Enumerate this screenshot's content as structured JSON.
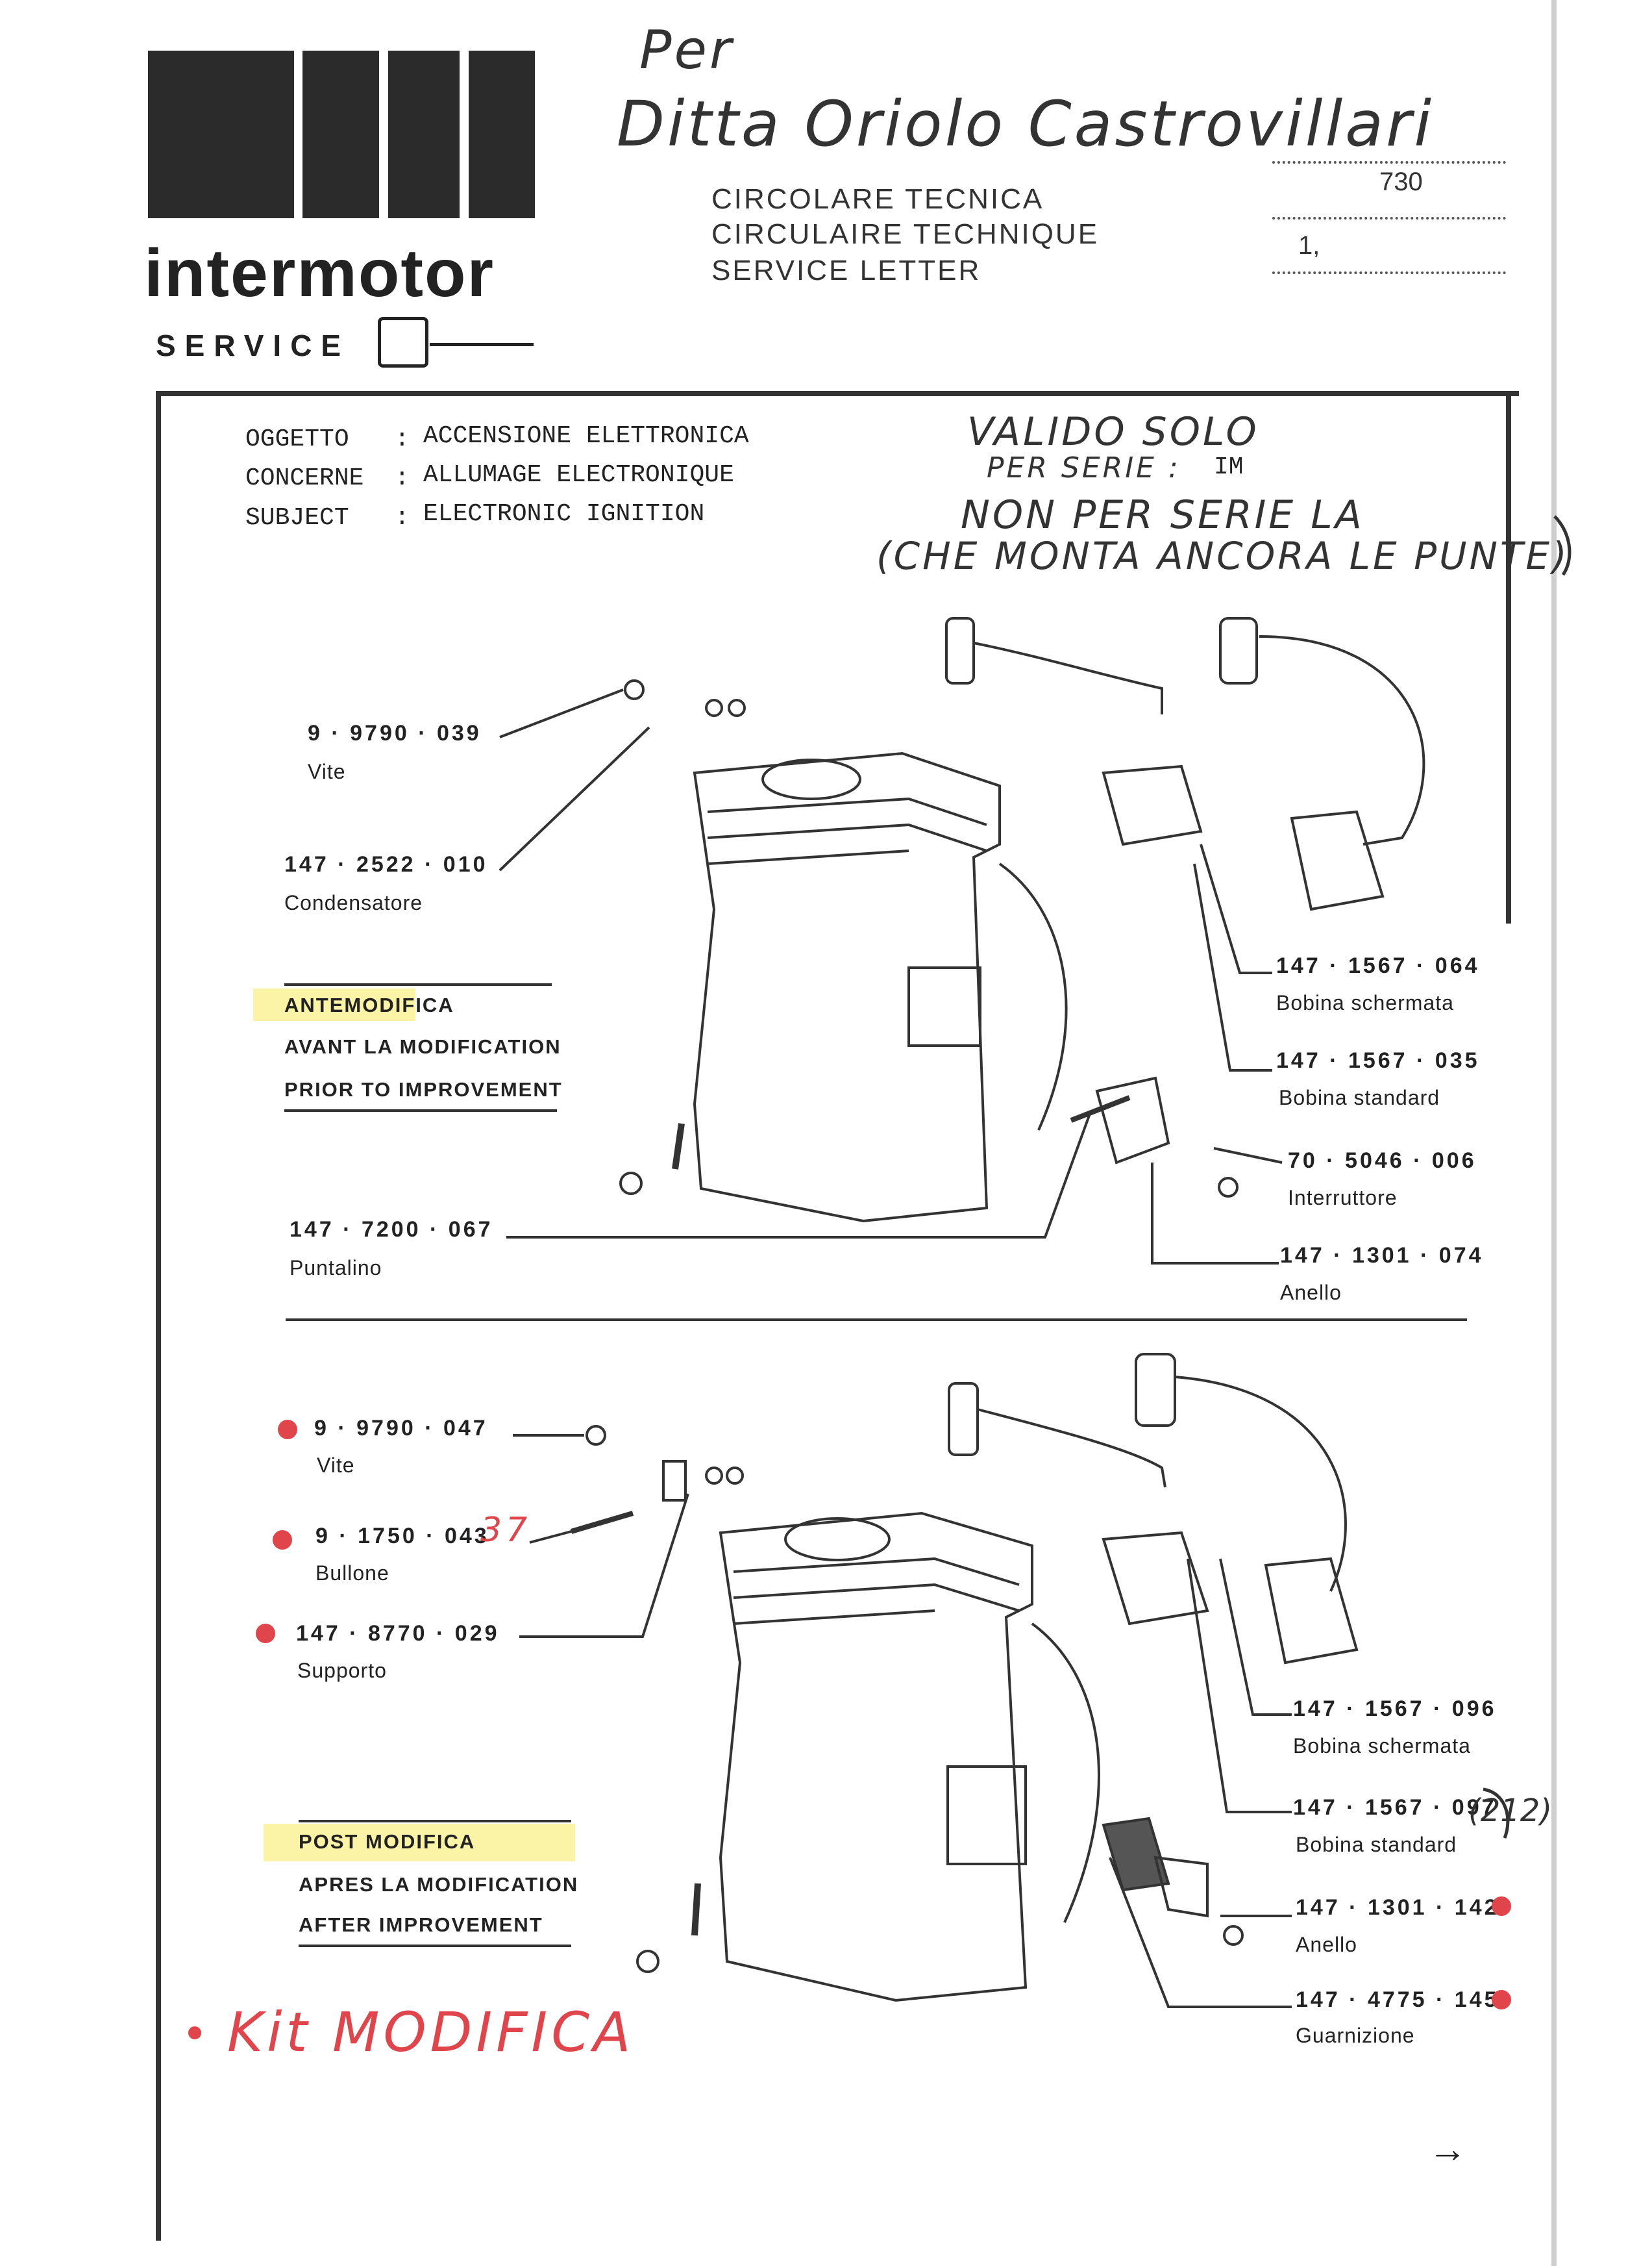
{
  "brand": {
    "name": "intermotor",
    "service": "SERVICE"
  },
  "handwriting": {
    "addressee_line1": "Per",
    "addressee_line2": "Ditta Oriolo Castrovillari",
    "validity_line1": "VALIDO SOLO",
    "validity_line2": "PER SERIE :",
    "validity_series": "IM",
    "exclusion_line1": "NON PER SERIE LA",
    "exclusion_line2": "(CHE MONTA ANCORA LE PUNTE)",
    "kit_note": "Kit MODIFICA",
    "note_212": "(212)",
    "note_37": "37"
  },
  "circular": {
    "line1": "CIRCOLARE  TECNICA",
    "line2": "CIRCULAIRE  TECHNIQUE",
    "line3": "SERVICE    LETTER",
    "number": "730",
    "page": "1,"
  },
  "subject": {
    "rows": [
      {
        "label": "OGGETTO",
        "value": "ACCENSIONE ELETTRONICA"
      },
      {
        "label": "CONCERNE",
        "value": "ALLUMAGE ELECTRONIQUE"
      },
      {
        "label": "SUBJECT",
        "value": "ELECTRONIC IGNITION"
      }
    ],
    "separator": ":"
  },
  "before": {
    "label_lines": [
      "ANTEMODIFICA",
      "AVANT LA MODIFICATION",
      "PRIOR TO IMPROVEMENT"
    ],
    "parts": [
      {
        "number": "9 · 9790 · 039",
        "name": "Vite"
      },
      {
        "number": "147 · 2522 · 010",
        "name": "Condensatore"
      },
      {
        "number": "147 · 7200 · 067",
        "name": "Puntalino"
      },
      {
        "number": "147 · 1567 · 064",
        "name": "Bobina  schermata"
      },
      {
        "number": "147 · 1567 · 035",
        "name": "Bobina  standard"
      },
      {
        "number": "70 · 5046 · 006",
        "name": "Interruttore"
      },
      {
        "number": "147 · 1301 · 074",
        "name": "Anello"
      }
    ]
  },
  "after": {
    "label_lines": [
      "POST  MODIFICA",
      "APRES LA MODIFICATION",
      "AFTER IMPROVEMENT"
    ],
    "parts": [
      {
        "number": "9 · 9790 · 047",
        "name": "Vite"
      },
      {
        "number": "9 · 1750 · 043",
        "name": "Bullone"
      },
      {
        "number": "147 · 8770 · 029",
        "name": "Supporto"
      },
      {
        "number": "147 · 1567 · 096",
        "name": "Bobina  schermata"
      },
      {
        "number": "147 · 1567 · 097",
        "name": "Bobina  standard"
      },
      {
        "number": "147 · 1301 · 142",
        "name": "Anello"
      },
      {
        "number": "147 · 4775 · 145",
        "name": "Guarnizione"
      }
    ]
  },
  "footer": {
    "arrow": "→"
  },
  "colors": {
    "ink": "#222222",
    "highlight": "#fbf3a6",
    "red_marker": "#e0454b"
  }
}
